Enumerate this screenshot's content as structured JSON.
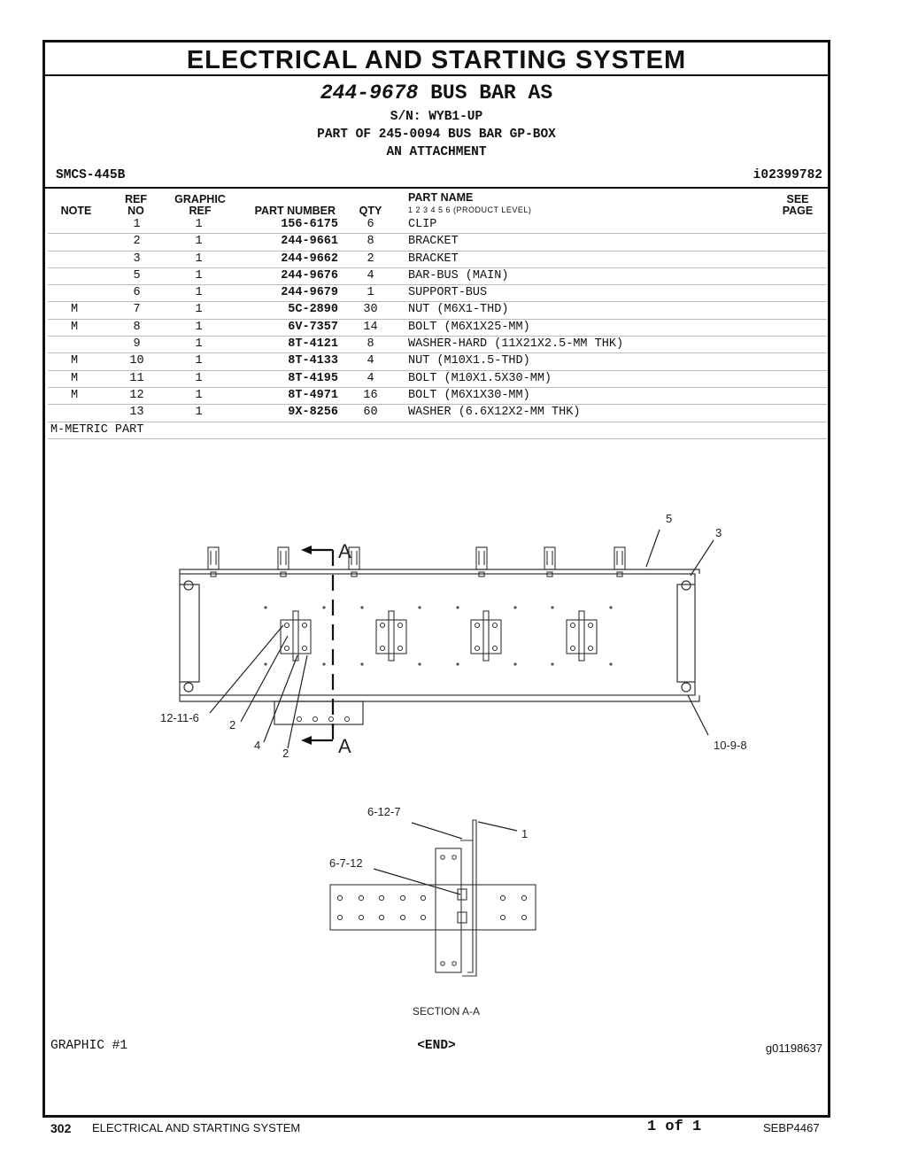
{
  "header": {
    "title": "ELECTRICAL AND STARTING SYSTEM",
    "part_number": "244-9678",
    "part_name": "BUS BAR AS",
    "serial": "S/N: WYB1-UP",
    "part_of": "PART OF 245-0094 BUS BAR GP-BOX",
    "attachment": "AN ATTACHMENT",
    "smcs": "SMCS-445B",
    "illustration_id": "i02399782"
  },
  "columns": {
    "note": "NOTE",
    "ref_top": "REF",
    "ref_bottom": "NO",
    "graphic_top": "GRAPHIC",
    "graphic_bottom": "REF",
    "part_number": "PART NUMBER",
    "qty": "QTY",
    "part_name": "PART NAME",
    "levels": "1 2 3 4 5 6 (PRODUCT LEVEL)",
    "see_top": "SEE",
    "see_bottom": "PAGE"
  },
  "parts": [
    {
      "note": "",
      "ref": "1",
      "graphic": "1",
      "pn": "156-6175",
      "qty": "6",
      "name": "CLIP"
    },
    {
      "note": "",
      "ref": "2",
      "graphic": "1",
      "pn": "244-9661",
      "qty": "8",
      "name": "BRACKET"
    },
    {
      "note": "",
      "ref": "3",
      "graphic": "1",
      "pn": "244-9662",
      "qty": "2",
      "name": "BRACKET"
    },
    {
      "note": "",
      "ref": "5",
      "graphic": "1",
      "pn": "244-9676",
      "qty": "4",
      "name": "BAR-BUS (MAIN)"
    },
    {
      "note": "",
      "ref": "6",
      "graphic": "1",
      "pn": "244-9679",
      "qty": "1",
      "name": "SUPPORT-BUS"
    },
    {
      "note": "M",
      "ref": "7",
      "graphic": "1",
      "pn": "5C-2890",
      "qty": "30",
      "name": "NUT (M6X1-THD)"
    },
    {
      "note": "M",
      "ref": "8",
      "graphic": "1",
      "pn": "6V-7357",
      "qty": "14",
      "name": "BOLT (M6X1X25-MM)"
    },
    {
      "note": "",
      "ref": "9",
      "graphic": "1",
      "pn": "8T-4121",
      "qty": "8",
      "name": "WASHER-HARD (11X21X2.5-MM THK)"
    },
    {
      "note": "M",
      "ref": "10",
      "graphic": "1",
      "pn": "8T-4133",
      "qty": "4",
      "name": "NUT (M10X1.5-THD)"
    },
    {
      "note": "M",
      "ref": "11",
      "graphic": "1",
      "pn": "8T-4195",
      "qty": "4",
      "name": "BOLT (M10X1.5X30-MM)"
    },
    {
      "note": "M",
      "ref": "12",
      "graphic": "1",
      "pn": "8T-4971",
      "qty": "16",
      "name": "BOLT (M6X1X30-MM)"
    },
    {
      "note": "",
      "ref": "13",
      "graphic": "1",
      "pn": "9X-8256",
      "qty": "60",
      "name": "WASHER (6.6X12X2-MM THK)"
    }
  ],
  "metric_note": "M-METRIC PART",
  "diagram": {
    "callouts": {
      "c5": "5",
      "c3": "3",
      "a_top": "A",
      "a_bottom": "A",
      "c12_11_6": "12-11-6",
      "c2a": "2",
      "c4": "4",
      "c2b": "2",
      "c10_9_8": "10-9-8",
      "c6_12_7": "6-12-7",
      "c1": "1",
      "c6_7_12": "6-7-12"
    },
    "section_label": "SECTION A-A"
  },
  "bottom": {
    "graphic": "GRAPHIC #1",
    "end": "<END>",
    "graphic_id": "g01198637"
  },
  "footer": {
    "page": "302",
    "section": "ELECTRICAL AND STARTING SYSTEM",
    "page_of": "1 of 1",
    "doc": "SEBP4467"
  }
}
